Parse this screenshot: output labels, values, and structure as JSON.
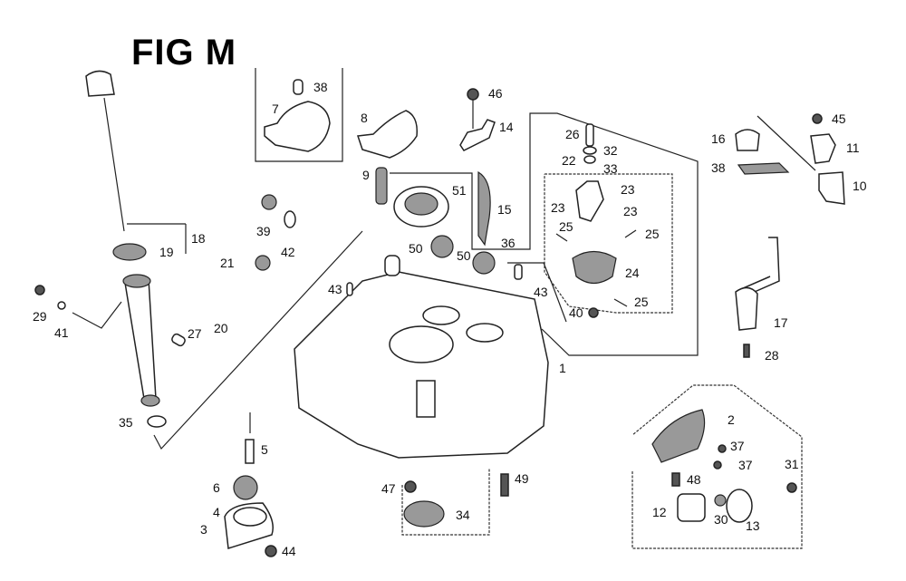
{
  "figure": {
    "title": "FIG M",
    "callouts": {
      "c1": "1",
      "c2": "2",
      "c3": "3",
      "c4": "4",
      "c5": "5",
      "c6": "6",
      "c7": "7",
      "c8": "8",
      "c9": "9",
      "c10": "10",
      "c11": "11",
      "c12": "12",
      "c13": "13",
      "c14": "14",
      "c15": "15",
      "c16": "16",
      "c17": "17",
      "c18": "18",
      "c19": "19",
      "c20": "20",
      "c21": "21",
      "c22": "22",
      "c23a": "23",
      "c23b": "23",
      "c23c": "23",
      "c24": "24",
      "c25a": "25",
      "c25b": "25",
      "c25c": "25",
      "c26": "26",
      "c27": "27",
      "c28": "28",
      "c29": "29",
      "c30": "30",
      "c31": "31",
      "c32": "32",
      "c33": "33",
      "c34": "34",
      "c35": "35",
      "c36": "36",
      "c37a": "37",
      "c37b": "37",
      "c38a": "38",
      "c38b": "38",
      "c39": "39",
      "c40": "40",
      "c41": "41",
      "c42": "42",
      "c43a": "43",
      "c43b": "43",
      "c44": "44",
      "c45": "45",
      "c46": "46",
      "c47": "47",
      "c48": "48",
      "c49": "49",
      "c50a": "50",
      "c50b": "50",
      "c51": "51"
    }
  }
}
